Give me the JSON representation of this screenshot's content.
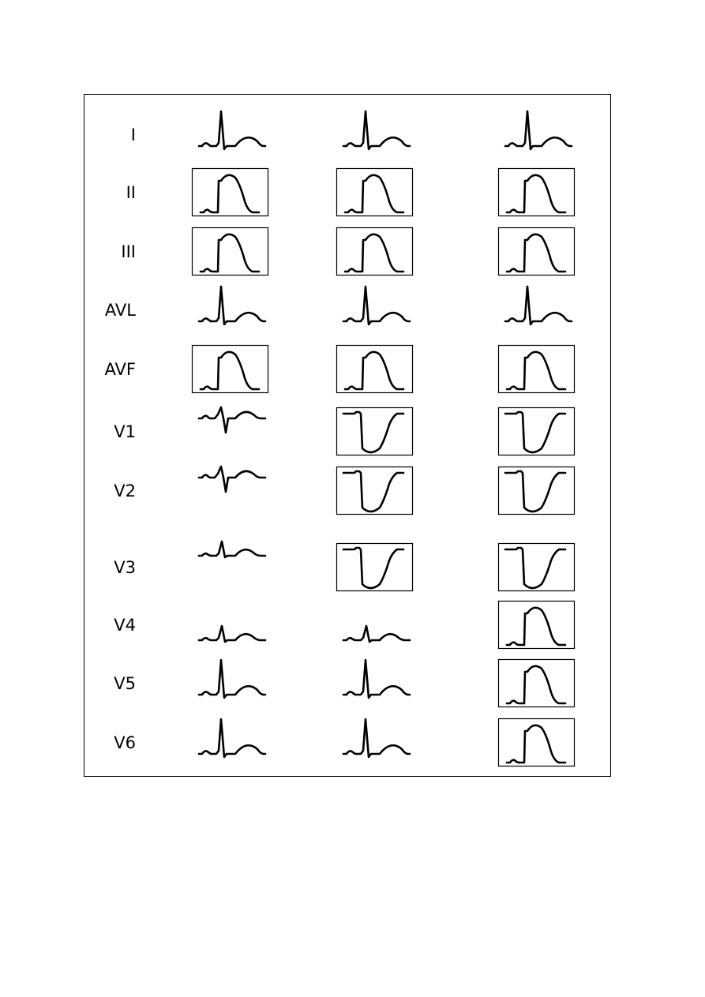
{
  "leads": [
    {
      "label": "I",
      "cells": [
        {
          "shape": "normal",
          "boxed": false
        },
        {
          "shape": "normal",
          "boxed": false
        },
        {
          "shape": "normal",
          "boxed": false
        }
      ]
    },
    {
      "label": "II",
      "cells": [
        {
          "shape": "elevated",
          "boxed": true
        },
        {
          "shape": "elevated",
          "boxed": true
        },
        {
          "shape": "elevated",
          "boxed": true
        }
      ]
    },
    {
      "label": "III",
      "cells": [
        {
          "shape": "elevated",
          "boxed": true
        },
        {
          "shape": "elevated",
          "boxed": true
        },
        {
          "shape": "elevated",
          "boxed": true
        }
      ]
    },
    {
      "label": "AVL",
      "cells": [
        {
          "shape": "normal",
          "boxed": false
        },
        {
          "shape": "normal",
          "boxed": false
        },
        {
          "shape": "normal",
          "boxed": false
        }
      ]
    },
    {
      "label": "AVF",
      "cells": [
        {
          "shape": "elevated",
          "boxed": true
        },
        {
          "shape": "elevated",
          "boxed": true
        },
        {
          "shape": "elevated",
          "boxed": true
        }
      ]
    },
    {
      "label": "V1",
      "cells": [
        {
          "shape": "rs",
          "boxed": false
        },
        {
          "shape": "depressed",
          "boxed": true
        },
        {
          "shape": "depressed",
          "boxed": true
        }
      ]
    },
    {
      "label": "V2",
      "cells": [
        {
          "shape": "rs",
          "boxed": false
        },
        {
          "shape": "depressed",
          "boxed": true
        },
        {
          "shape": "depressed",
          "boxed": true
        }
      ]
    },
    {
      "label": "V3",
      "cells": [
        {
          "shape": "small",
          "boxed": false
        },
        {
          "shape": "depressed",
          "boxed": true
        },
        {
          "shape": "depressed",
          "boxed": true
        }
      ]
    },
    {
      "label": "V4",
      "cells": [
        {
          "shape": "small",
          "boxed": false
        },
        {
          "shape": "small",
          "boxed": false
        },
        {
          "shape": "elevated",
          "boxed": true
        }
      ]
    },
    {
      "label": "V5",
      "cells": [
        {
          "shape": "normal",
          "boxed": false
        },
        {
          "shape": "normal",
          "boxed": false
        },
        {
          "shape": "elevated",
          "boxed": true
        }
      ]
    },
    {
      "label": "V6",
      "cells": [
        {
          "shape": "normal",
          "boxed": false
        },
        {
          "shape": "normal",
          "boxed": false
        },
        {
          "shape": "elevated",
          "boxed": true
        }
      ]
    }
  ],
  "colors": {
    "ink": "#000000",
    "paper": "#ffffff"
  }
}
